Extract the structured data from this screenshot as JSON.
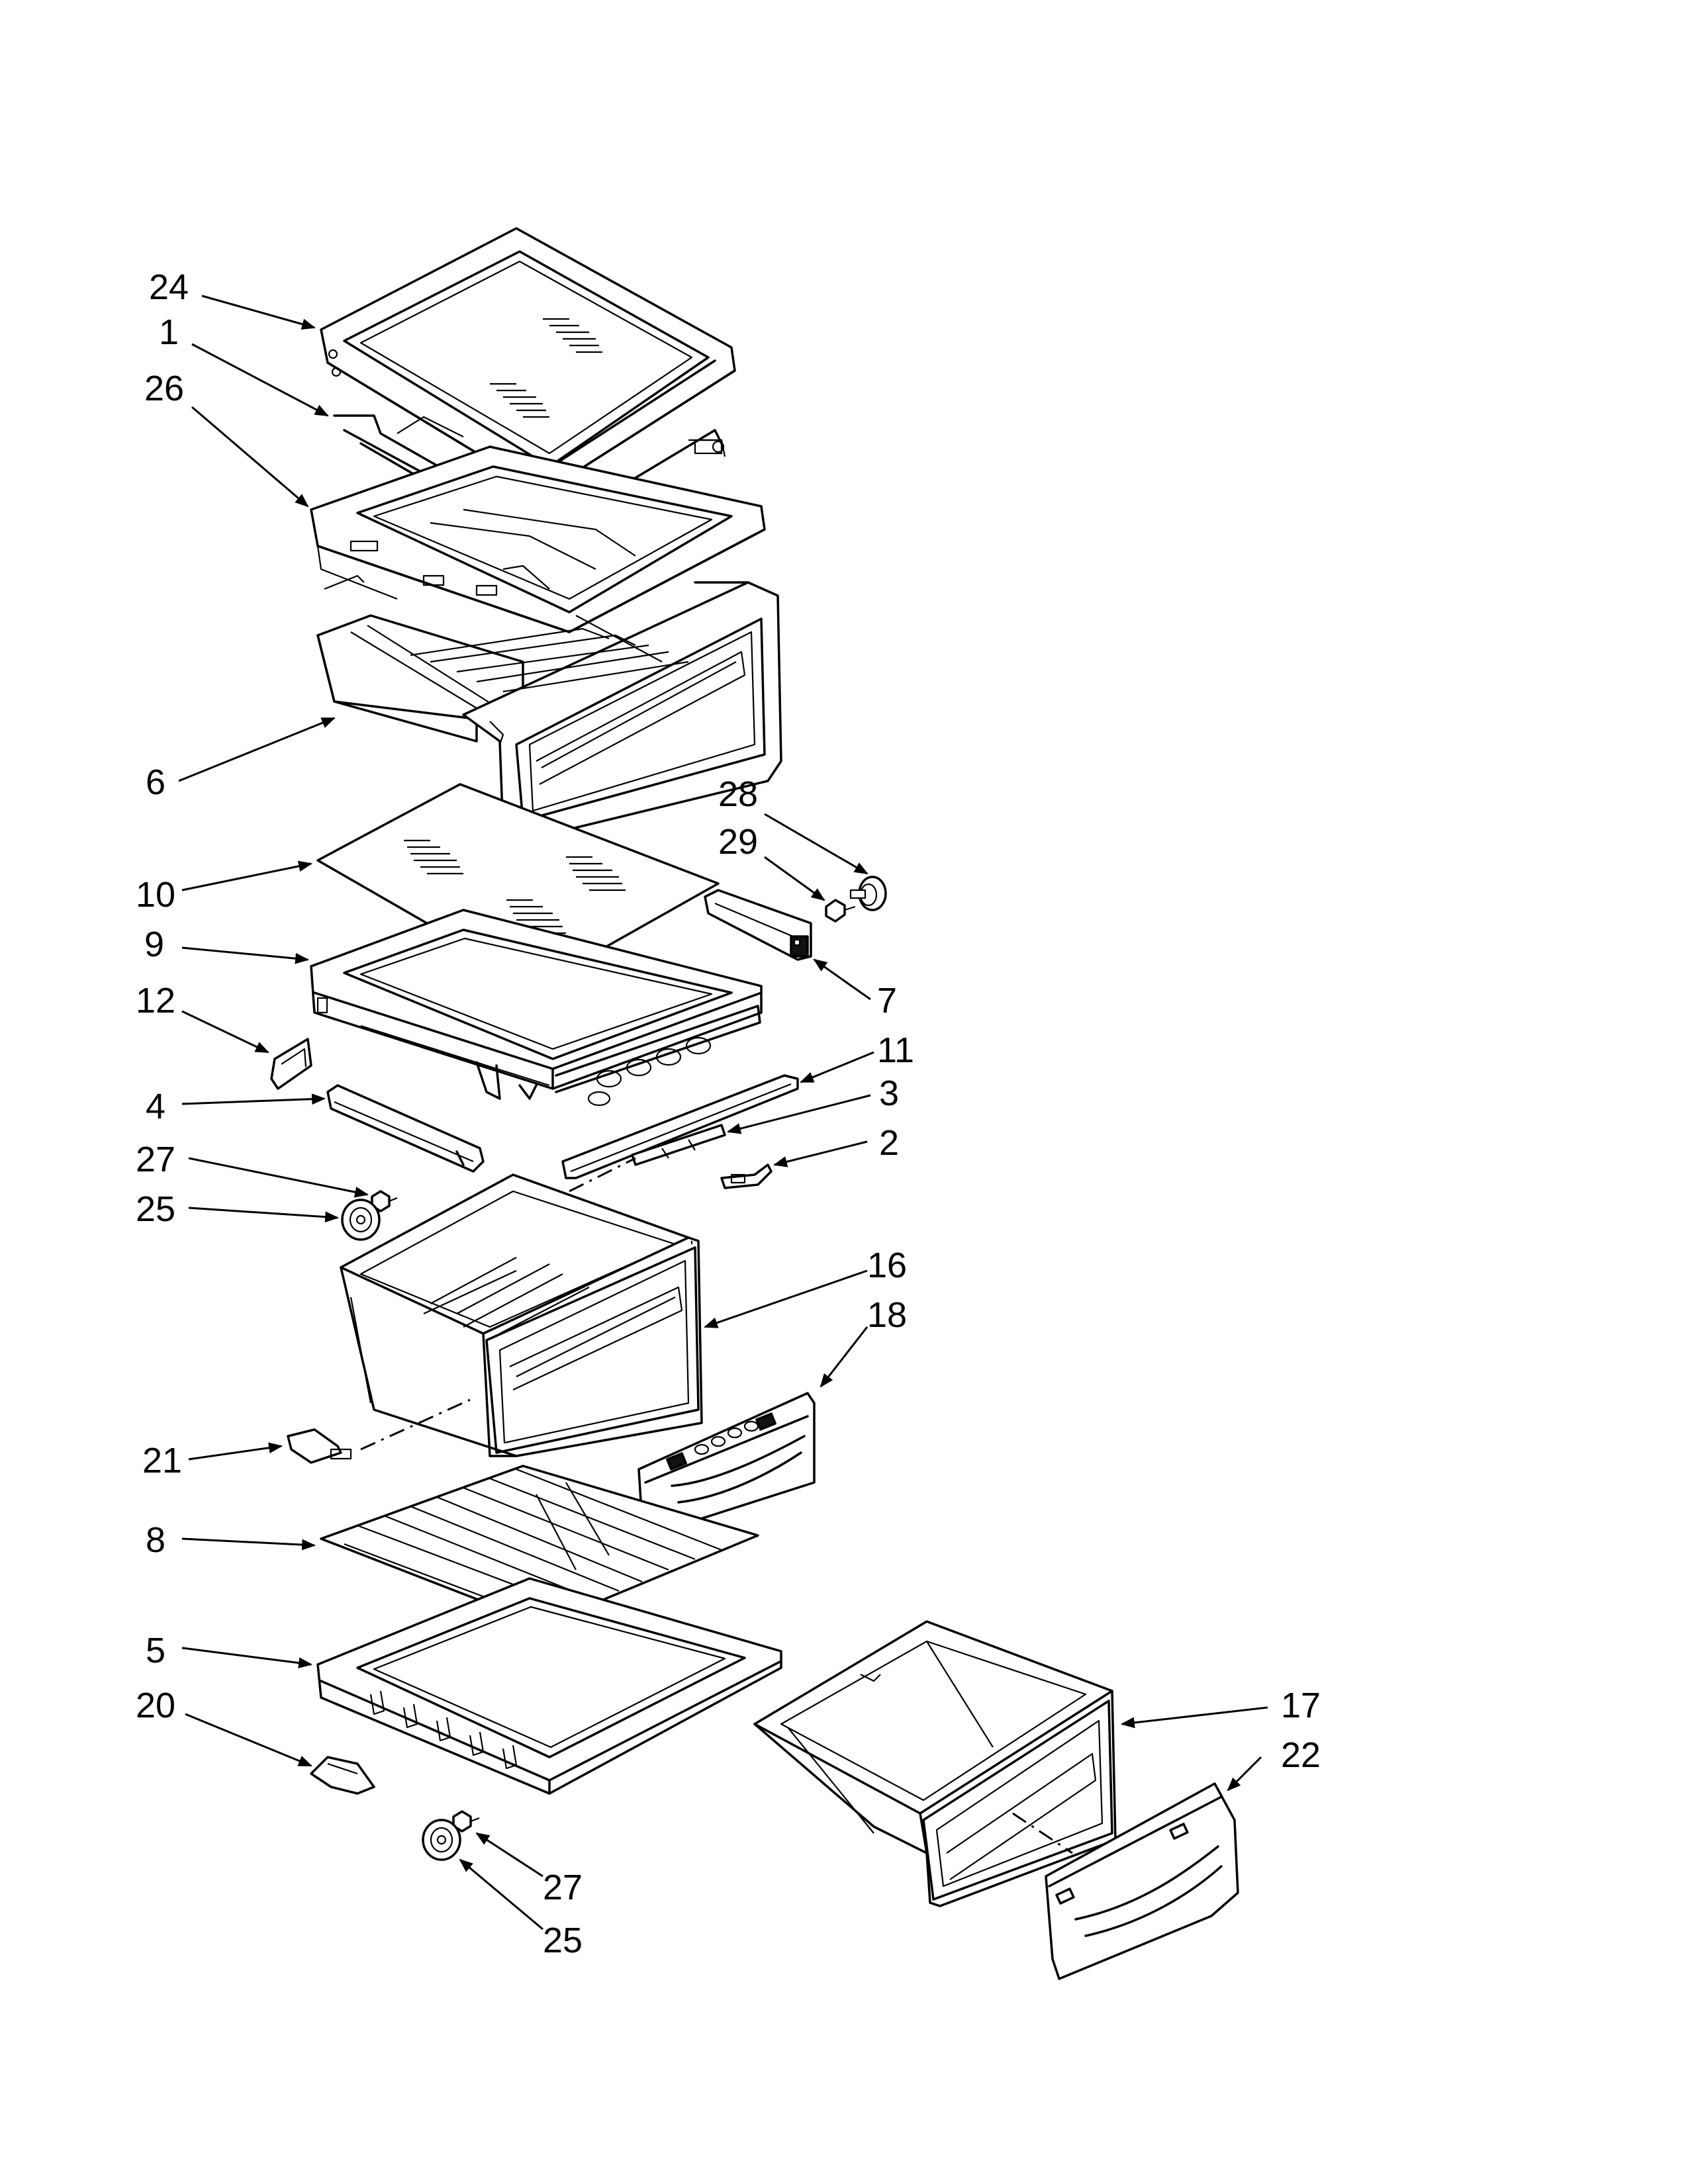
{
  "callouts": [
    {
      "id": "c24a",
      "label": "24"
    },
    {
      "id": "c1",
      "label": "1"
    },
    {
      "id": "c26",
      "label": "26"
    },
    {
      "id": "c6",
      "label": "6"
    },
    {
      "id": "c28",
      "label": "28"
    },
    {
      "id": "c29",
      "label": "29"
    },
    {
      "id": "c10",
      "label": "10"
    },
    {
      "id": "c9",
      "label": "9"
    },
    {
      "id": "c7",
      "label": "7"
    },
    {
      "id": "c12",
      "label": "12"
    },
    {
      "id": "c11",
      "label": "11"
    },
    {
      "id": "c4",
      "label": "4"
    },
    {
      "id": "c3",
      "label": "3"
    },
    {
      "id": "c2",
      "label": "2"
    },
    {
      "id": "c27a",
      "label": "27"
    },
    {
      "id": "c25a",
      "label": "25"
    },
    {
      "id": "c16",
      "label": "16"
    },
    {
      "id": "c18",
      "label": "18"
    },
    {
      "id": "c21",
      "label": "21"
    },
    {
      "id": "c8",
      "label": "8"
    },
    {
      "id": "c5",
      "label": "5"
    },
    {
      "id": "c20",
      "label": "20"
    },
    {
      "id": "c17",
      "label": "17"
    },
    {
      "id": "c22",
      "label": "22"
    },
    {
      "id": "c27b",
      "label": "27"
    },
    {
      "id": "c25b",
      "label": "25"
    }
  ]
}
